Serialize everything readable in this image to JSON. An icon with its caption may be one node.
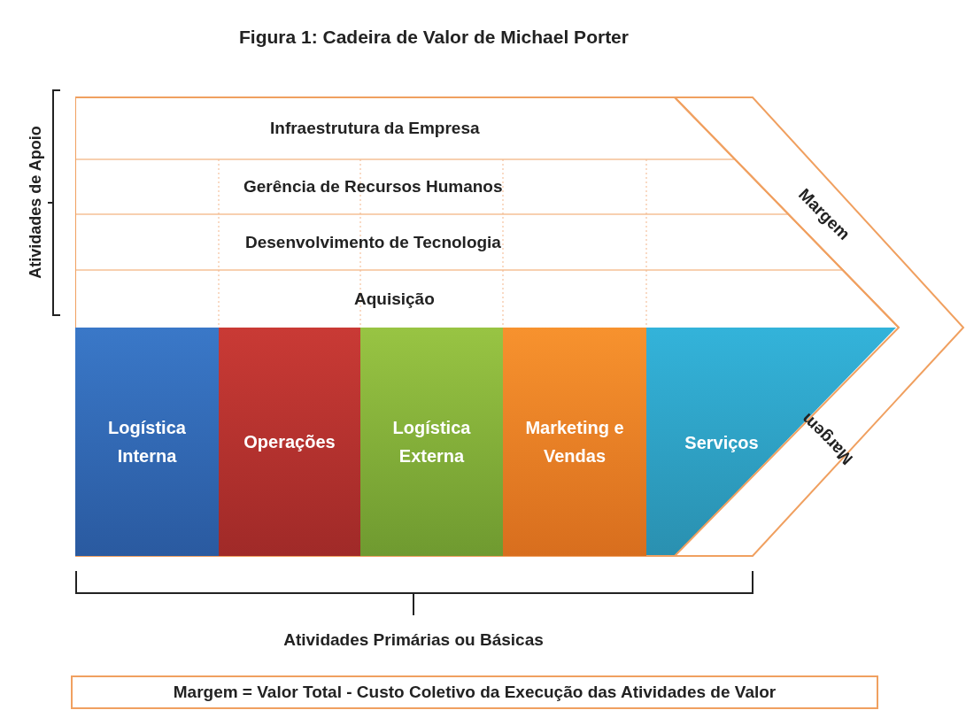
{
  "diagram": {
    "title": "Figura 1: Cadeira de Valor de Michael Porter",
    "nodes": [
      {
        "text": [
          "Infraestrutura da Empresa"
        ]
      },
      {
        "text": [
          "Gerência de Recursos Humanos"
        ]
      },
      {
        "text": [
          "Desenvolvimento de Tecnologia"
        ]
      },
      {
        "text": [
          "Aquisição"
        ]
      },
      {
        "text": [
          "Logística Interna"
        ]
      },
      {
        "text": [
          "Operações"
        ]
      },
      {
        "text": [
          "Logística Externa"
        ]
      },
      {
        "text": [
          "Marketing e Vendas"
        ]
      },
      {
        "text": [
          "Serviços"
        ]
      },
      {
        "text": [
          "Margem",
          "Margem"
        ]
      },
      {
        "text": [
          "Margem = Valor Total - Custo Coletivo da Execução das Atividades de Valor"
        ]
      }
    ],
    "labels": [
      "Atividades de Apoio",
      "Atividades Primárias ou Básicas"
    ]
  }
}
